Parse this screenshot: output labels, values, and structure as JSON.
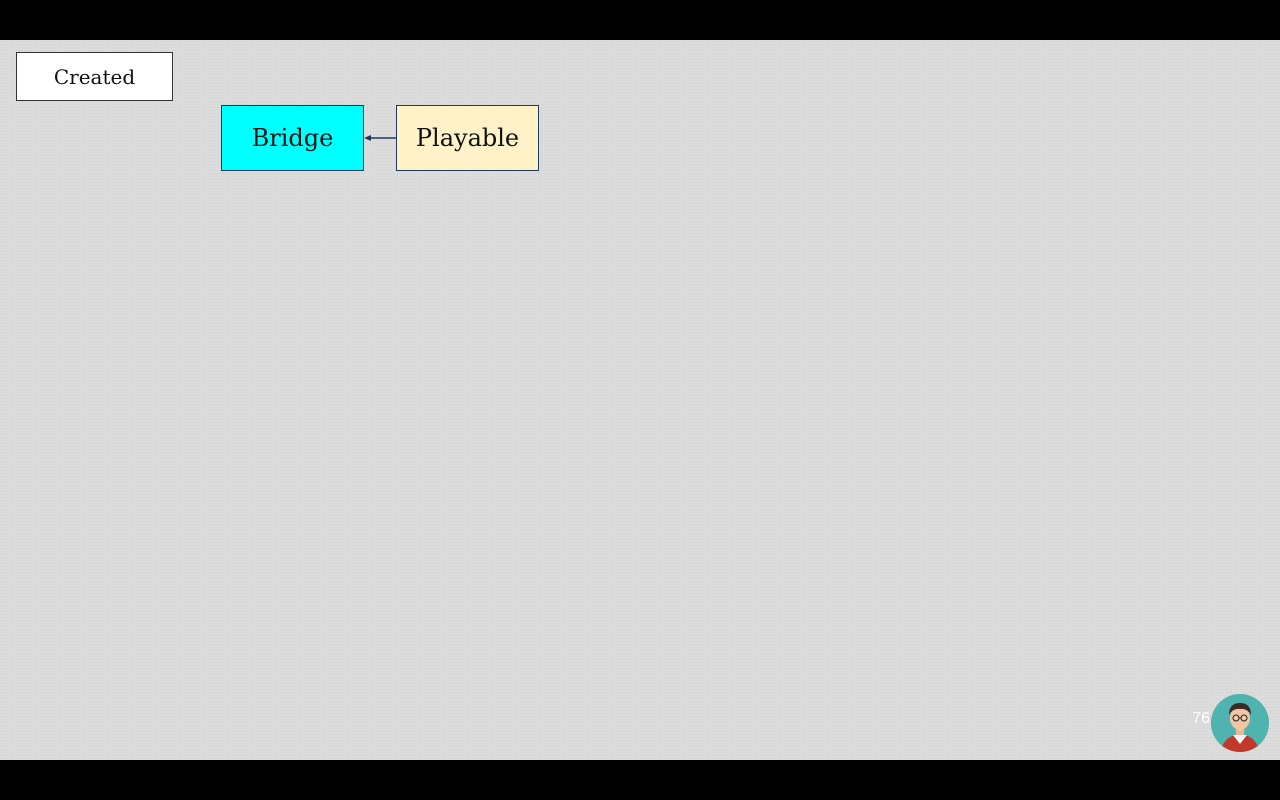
{
  "slide": {
    "status_label": "Created",
    "page_number": "76"
  },
  "diagram": {
    "nodes": [
      {
        "id": "bridge",
        "label": "Bridge",
        "color": "#00ffff"
      },
      {
        "id": "playable",
        "label": "Playable",
        "color": "#fff2c8"
      }
    ],
    "edges": [
      {
        "from": "playable",
        "to": "bridge"
      }
    ]
  },
  "colors": {
    "background": "#dcdcdc",
    "edge": "#1e3a5f",
    "avatar_bg": "#4fb3b0"
  }
}
